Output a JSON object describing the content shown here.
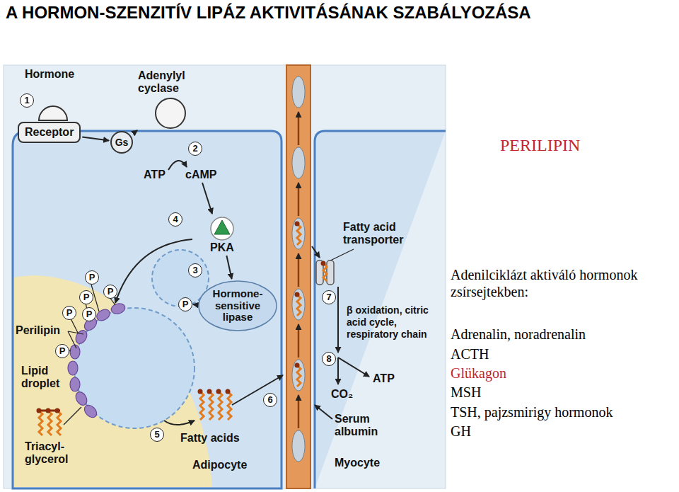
{
  "diagram": {
    "title": "A HORMON-SZENZITÍV LIPÁZ AKTIVITÁSÁNAK SZABÁLYOZÁSA",
    "nodes": [
      {
        "text": [
          "Receptor"
        ]
      },
      {
        "text": [
          "Gs"
        ]
      },
      {
        "text": [
          "Adenylyl cyclase"
        ]
      },
      {
        "text": [
          "PKA"
        ]
      },
      {
        "text": [
          "Hormone-sensitive lipase"
        ]
      }
    ],
    "edges": [
      {
        "from": 0,
        "to": 1,
        "arrow": "to"
      },
      {
        "from": 1,
        "to": 2,
        "arrow": "to"
      },
      {
        "from": 3,
        "to": 4,
        "arrow": "to"
      }
    ],
    "labels": [
      "Hormone",
      "1",
      "2",
      "ATP",
      "cAMP",
      "4",
      "3",
      "P",
      "P",
      "P",
      "P",
      "P",
      "P",
      "P",
      "Perilipin",
      "Lipid droplet",
      "Triacyl- glycerol",
      "5",
      "Fatty acids",
      "Adipocyte",
      "6",
      "Fatty acid transporter",
      "7",
      "β oxidation, citric acid cycle, respiratory chain",
      "8",
      "ATP",
      "CO₂",
      "Serum albumin",
      "Myocyte",
      "PERILIPIN",
      "Adenilciklázt aktiváló hormonok zsírsejtekben:",
      "Adrenalin, noradrenalin",
      "ACTH",
      "Glükagon",
      "MSH",
      "TSH, pajzsmirigy hormonok",
      "GH"
    ]
  }
}
